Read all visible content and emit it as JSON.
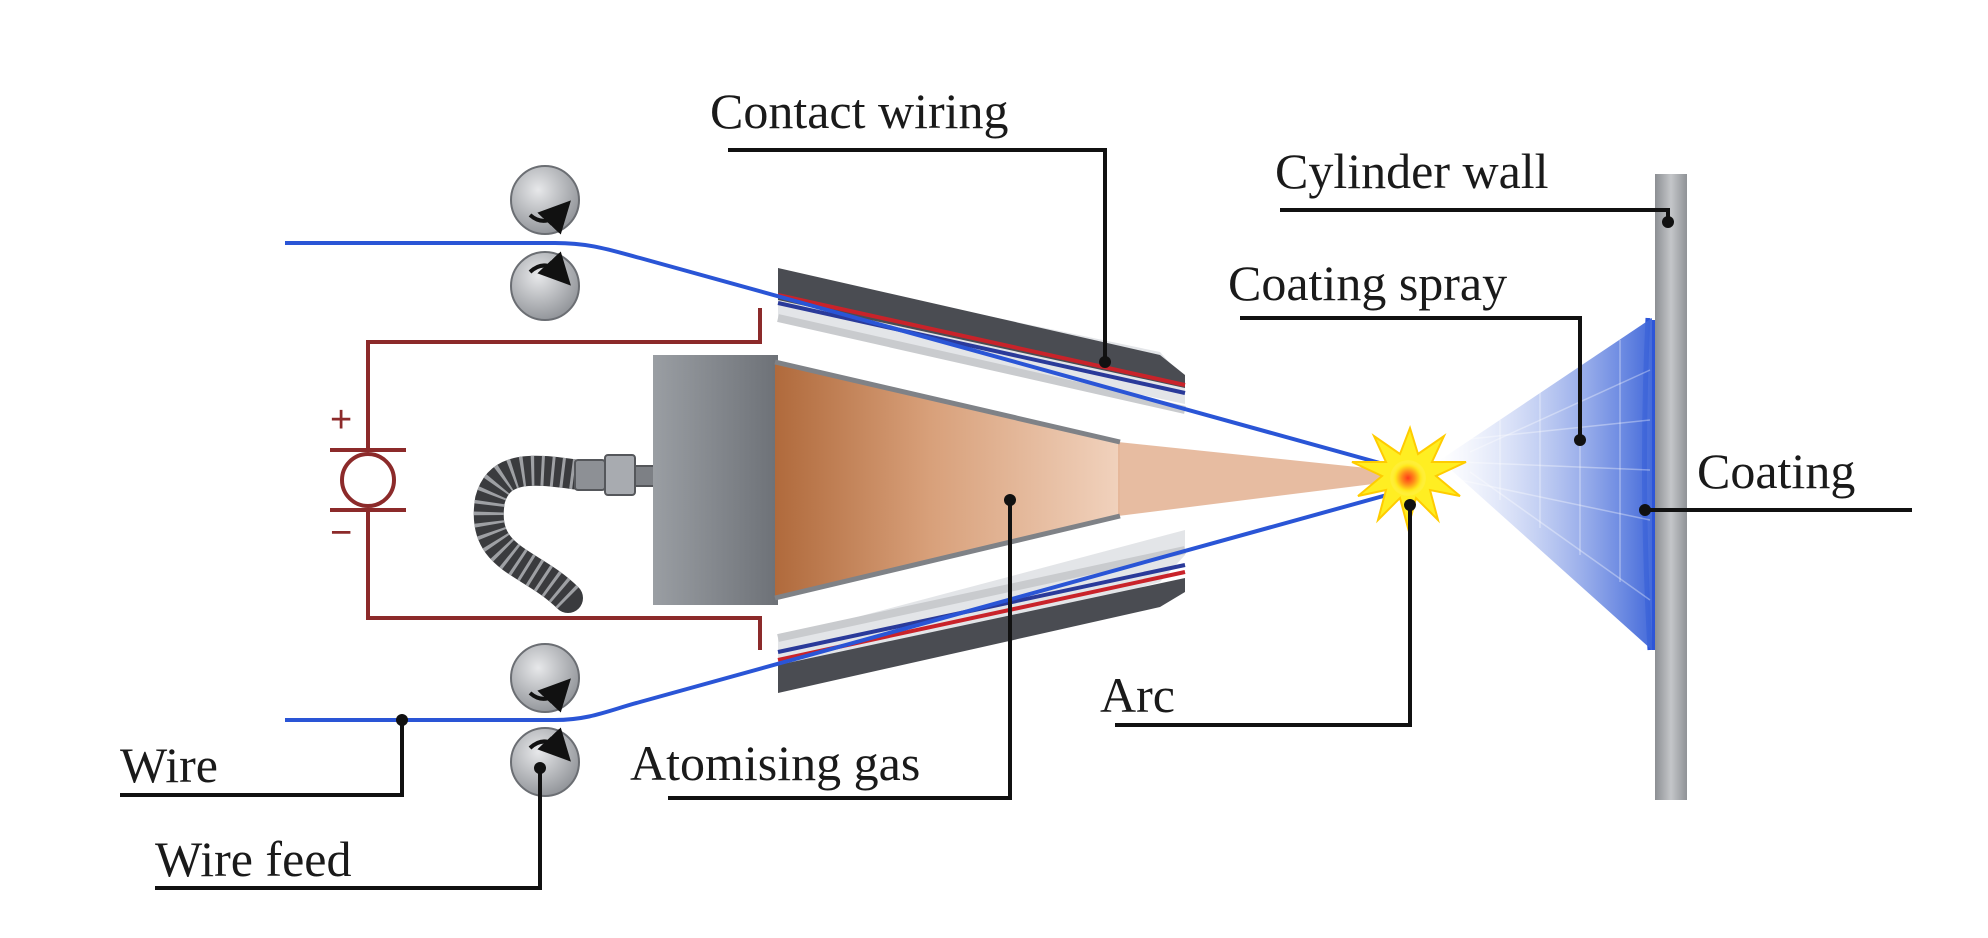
{
  "labels": {
    "contact_wiring": "Contact wiring",
    "cylinder_wall": "Cylinder wall",
    "coating_spray": "Coating spray",
    "coating": "Coating",
    "arc": "Arc",
    "atomising_gas": "Atomising gas",
    "wire": "Wire",
    "wire_feed": "Wire feed",
    "plus": "+",
    "minus": "−"
  },
  "colors": {
    "wire": "#2a55d6",
    "circuit": "#8c2a2a",
    "gas": "#d49466",
    "barrel": "#4a4c52",
    "wall": "#a0a2a6",
    "spray": "#6f8fe0",
    "leader": "#111111"
  }
}
